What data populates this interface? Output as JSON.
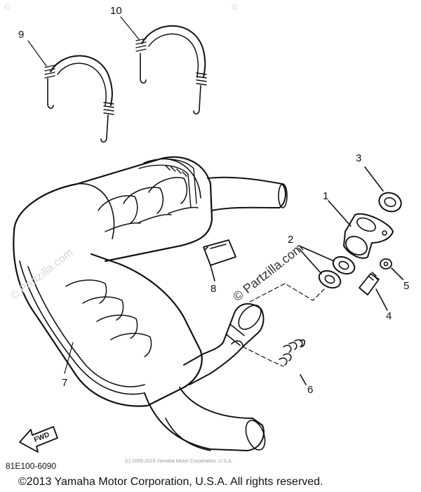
{
  "diagram": {
    "callouts": [
      {
        "id": "1",
        "text": "1"
      },
      {
        "id": "2",
        "text": "2"
      },
      {
        "id": "3",
        "text": "3"
      },
      {
        "id": "4",
        "text": "4"
      },
      {
        "id": "5",
        "text": "5"
      },
      {
        "id": "6",
        "text": "6"
      },
      {
        "id": "7",
        "text": "7"
      },
      {
        "id": "8",
        "text": "8"
      },
      {
        "id": "9",
        "text": "9"
      },
      {
        "id": "10",
        "text": "10"
      }
    ],
    "fwd_label": "FWD",
    "diagram_code": "81E100-6090",
    "fine_print": "(c) 2005-2016 Yamaha Motor Corporation, U.S.A.",
    "copyright": "©2013 Yamaha Motor Corporation, U.S.A. All rights reserved.",
    "watermark": "© Partzilla.com",
    "watermark_small": "©"
  },
  "colors": {
    "ink": "#111111",
    "watermark": "#cfcfcf"
  }
}
